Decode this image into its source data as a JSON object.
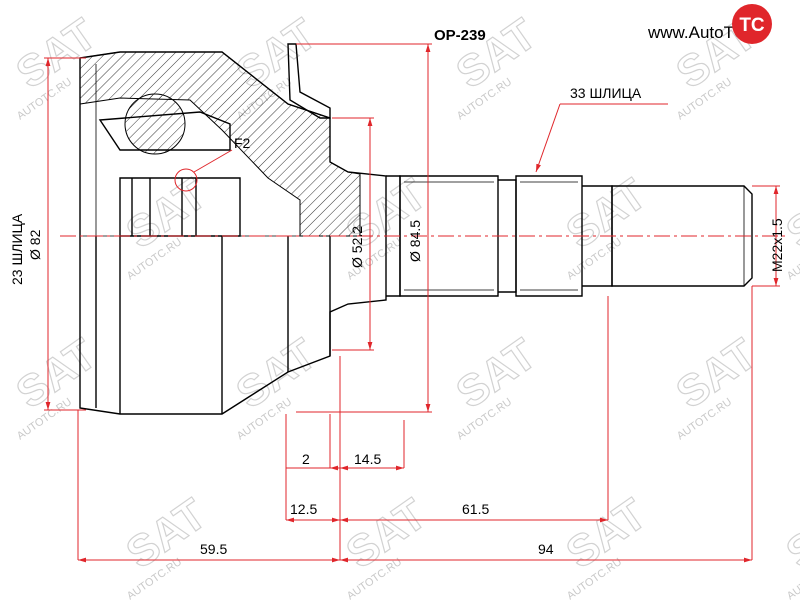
{
  "title": "OP-239",
  "logo": {
    "text": "www.AutoTC.ru",
    "badge": "TC",
    "badge_color": "#e0262b"
  },
  "watermark": {
    "brand": "SAT",
    "site": "AUTOTC.RU"
  },
  "labels": {
    "inner_splines": "23 ШЛИЦА",
    "outer_diameter": "Ø 82",
    "hub_diameter": "Ø 52.2",
    "flange_diameter": "Ø 84.5",
    "shaft_splines": "33 ШЛИЦА",
    "thread": "M22x1.5",
    "feature": "F2"
  },
  "dimensions": {
    "d1": "2",
    "d2": "14.5",
    "d3": "12.5",
    "d4": "61.5",
    "d5": "59.5",
    "d6": "94"
  },
  "colors": {
    "dimension": "#e0262b",
    "outline": "#000000",
    "watermark": "#c9c9c9"
  }
}
